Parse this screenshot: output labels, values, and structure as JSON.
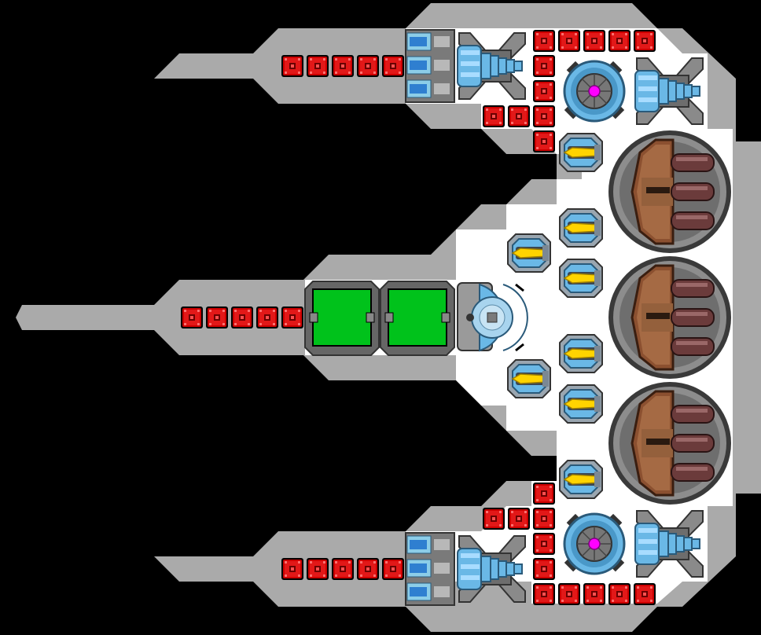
{
  "scene": {
    "kind": "top-down spaceship blueprint",
    "facing": "left",
    "background_color": "#000000",
    "hull_color": "#aaaaaa",
    "interior_color": "#ffffff"
  },
  "colors": {
    "armor_block": "#cc0000",
    "armor_core": "#ff3b3b",
    "cargo_bay": "#00c21b",
    "thruster": "#6ab8e6",
    "turret_frame": "#8a8a8a",
    "cannon_hull": "#a0643c",
    "cannon_barrel": "#6b3b3b",
    "reactor_core": "#ff00ff",
    "gun_muzzle": "#ffd400",
    "battery_cell": "#2f7fd0"
  },
  "modules": {
    "armor_blocks": 36,
    "cargo_bays": 2,
    "cockpit": 1,
    "main_cannons": 3,
    "small_guns": 9,
    "thrusters": 4,
    "reactors": 2,
    "battery_banks": 2
  }
}
